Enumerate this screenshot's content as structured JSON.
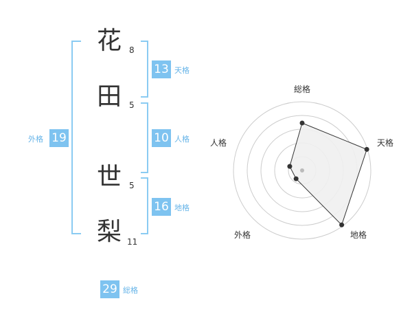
{
  "name": {
    "chars": [
      {
        "char": "花",
        "strokes": "8"
      },
      {
        "char": "田",
        "strokes": "5"
      },
      {
        "char": "世",
        "strokes": "5"
      },
      {
        "char": "梨",
        "strokes": "11"
      }
    ]
  },
  "fortunes": {
    "tenkaku": {
      "value": "13",
      "label": "天格"
    },
    "jinkaku": {
      "value": "10",
      "label": "人格"
    },
    "chikaku": {
      "value": "16",
      "label": "地格"
    },
    "gaikaku": {
      "value": "19",
      "label": "外格"
    },
    "soukaku": {
      "value": "29",
      "label": "総格"
    }
  },
  "radar": {
    "labels": {
      "top": "総格",
      "right": "天格",
      "bottom_right": "地格",
      "bottom_left": "外格",
      "left": "人格"
    },
    "values": [
      0.69,
      0.99,
      0.98,
      0.15,
      0.19
    ],
    "rings": 5,
    "colors": {
      "fill": "#f0f0f0",
      "line": "#333333",
      "grid": "#cccccc",
      "point": "#333333",
      "center": "#bbbbbb"
    }
  },
  "colors": {
    "accent": "#7ec3f0",
    "bracket": "#8acbf2",
    "label": "#66b4e8"
  }
}
